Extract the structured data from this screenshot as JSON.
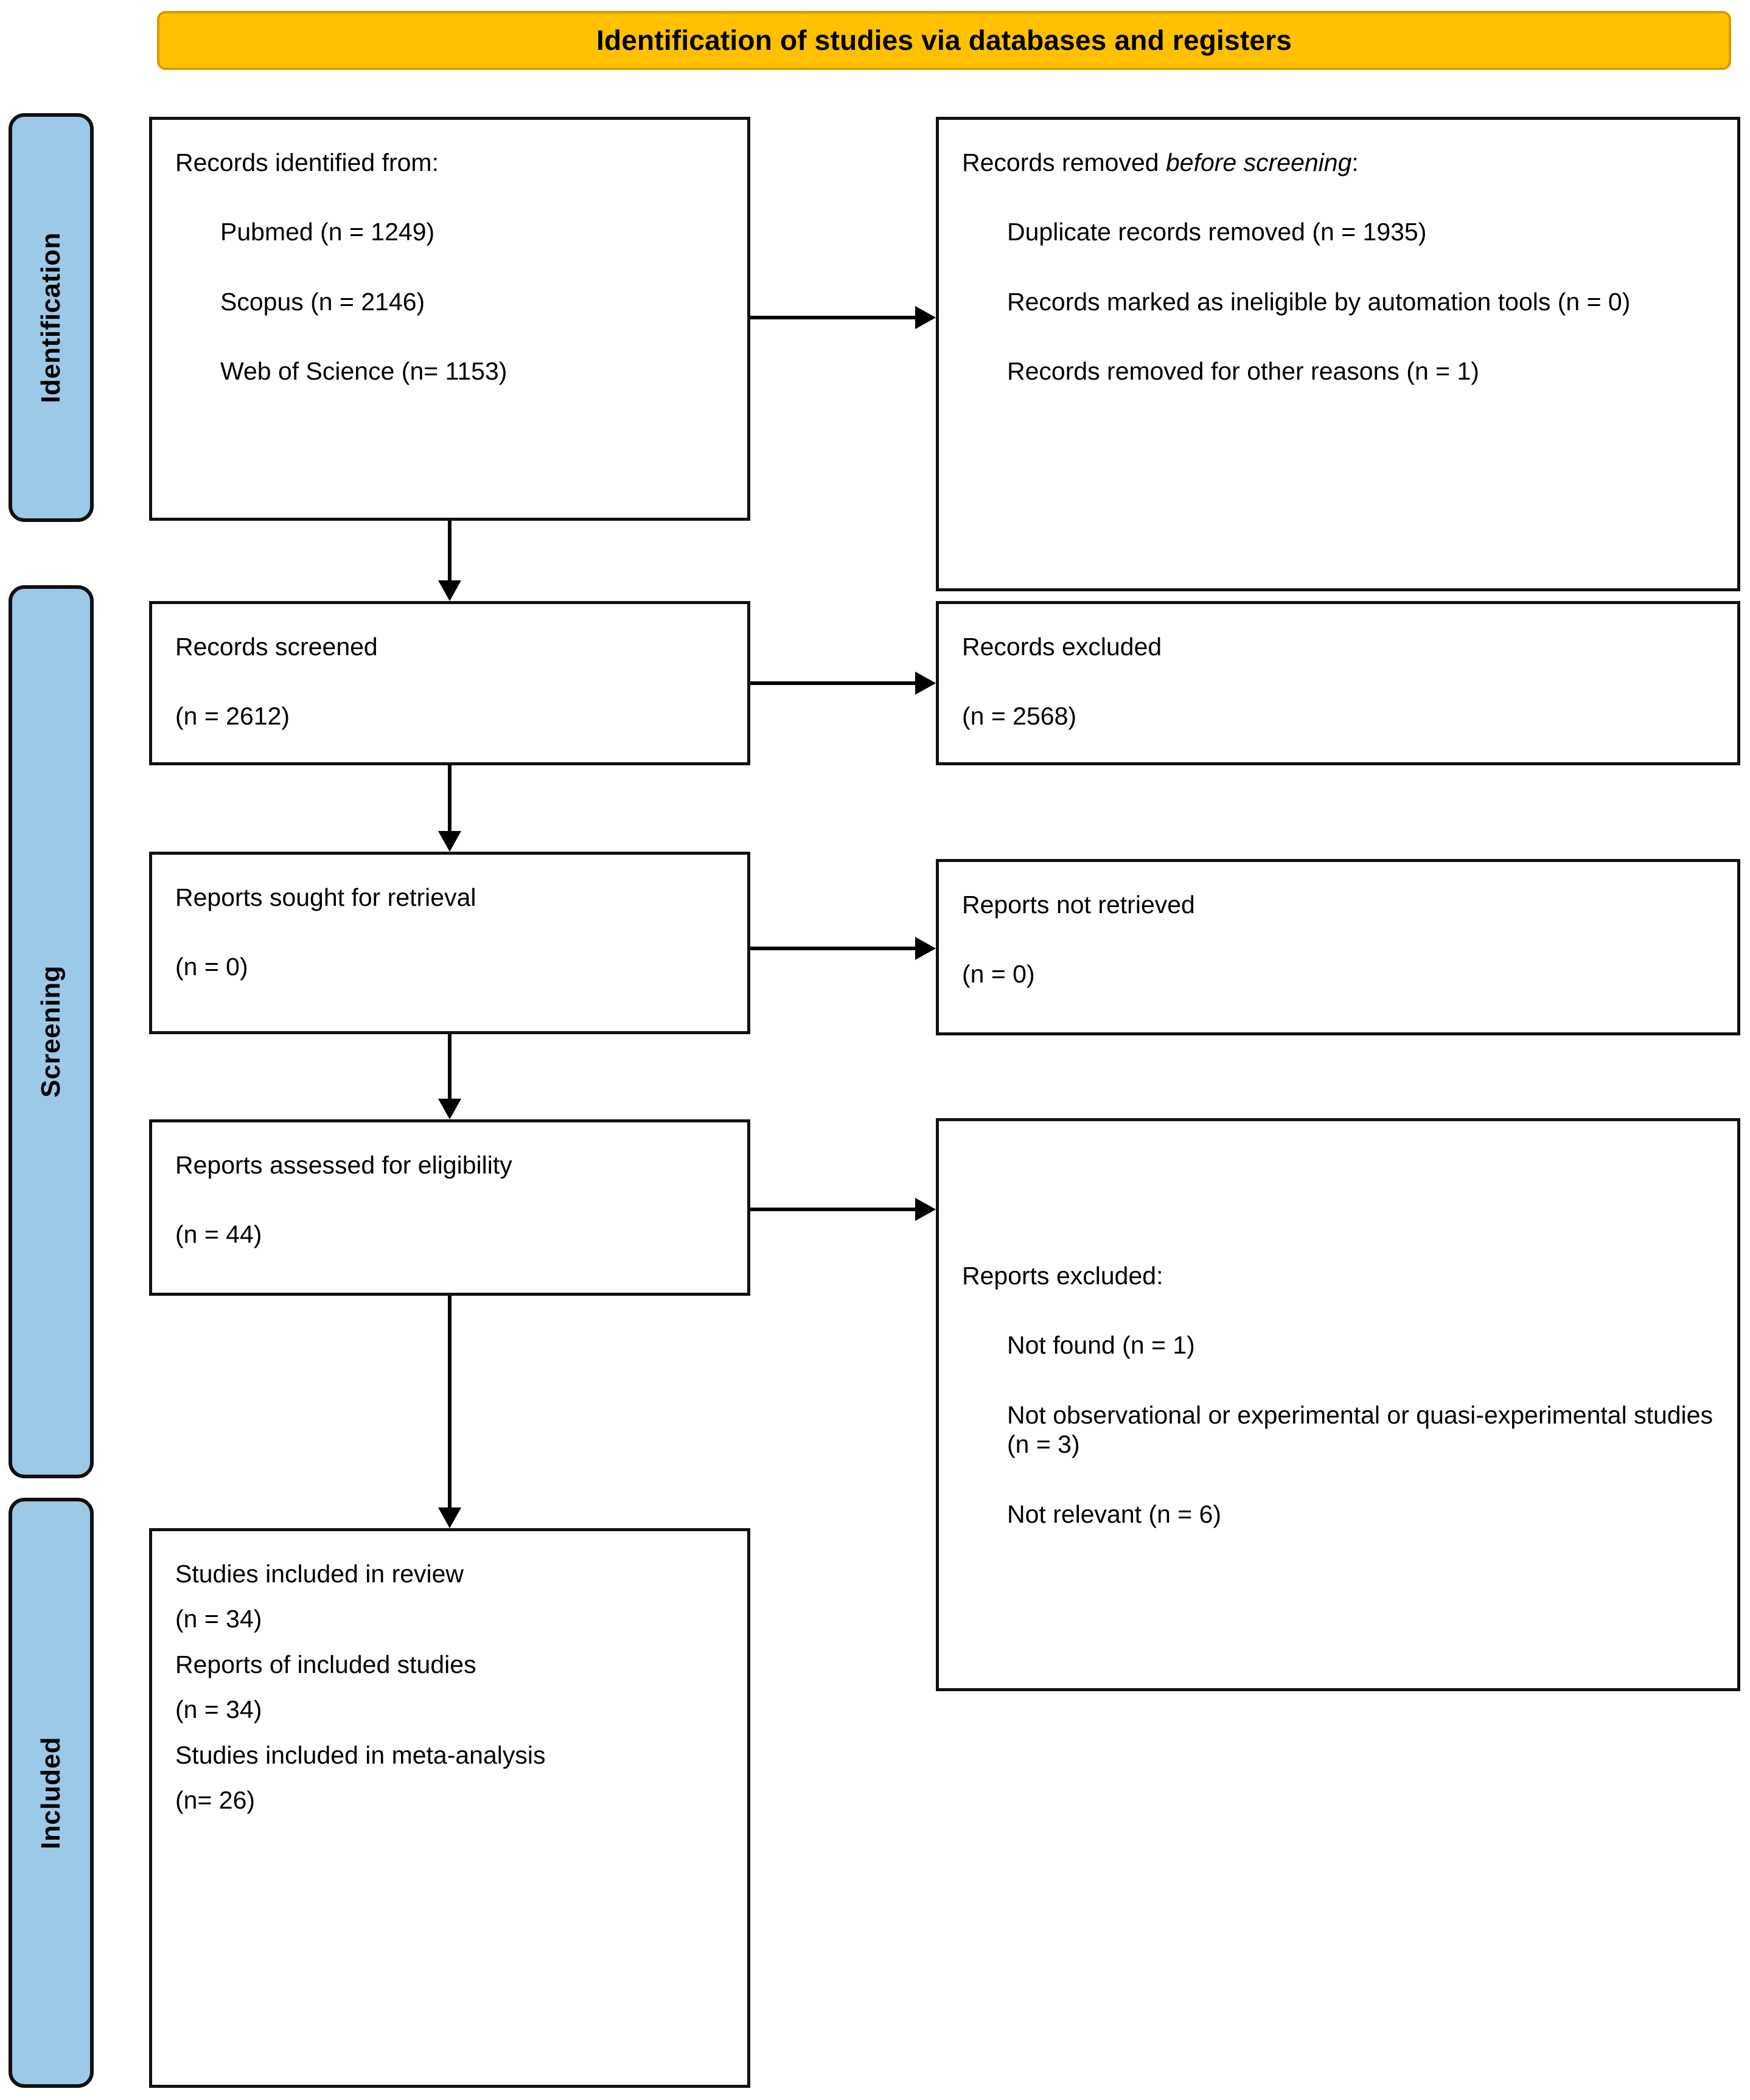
{
  "banner": {
    "title": "Identification of studies via databases and registers"
  },
  "stages": [
    {
      "id": "identification",
      "label": "Identification"
    },
    {
      "id": "screening",
      "label": "Screening"
    },
    {
      "id": "included",
      "label": "Included"
    }
  ],
  "boxes": {
    "identified": {
      "heading": "Records identified from:",
      "items": [
        "Pubmed (n = 1249)",
        "Scopus (n = 2146)",
        "Web of Science (n= 1153)"
      ]
    },
    "removed": {
      "heading_plain": "Records removed ",
      "heading_italic": "before screening",
      "heading_tail": ":",
      "items": [
        "Duplicate records removed (n = 1935)",
        "Records marked as ineligible by automation tools (n = 0)",
        "Records removed for other reasons (n = 1)"
      ]
    },
    "screened": {
      "label": "Records screened",
      "count": "(n = 2612)"
    },
    "excluded_records": {
      "label": "Records excluded",
      "count": "(n = 2568)"
    },
    "sought": {
      "label": "Reports sought for retrieval",
      "count": "(n = 0)"
    },
    "not_retrieved": {
      "label": "Reports not retrieved",
      "count": "(n = 0)"
    },
    "assessed": {
      "label": "Reports assessed for eligibility",
      "count": "(n = 44)"
    },
    "excluded_reports": {
      "heading": "Reports excluded:",
      "items": [
        "Not found (n = 1)",
        "Not observational or experimental or quasi-experimental studies (n = 3)",
        "Not relevant (n = 6)"
      ]
    },
    "included": {
      "line1": "Studies included in review",
      "count1": "(n = 34)",
      "line2": "Reports of included studies",
      "count2": "(n = 34)",
      "line3": "Studies included in meta-analysis",
      "count3": "(n= 26)"
    }
  },
  "colors": {
    "banner_fill": "#FFC000",
    "banner_border": "#D79B00",
    "stage_fill": "#9DC9E8",
    "stage_border": "#111111",
    "box_border": "#111111",
    "connector": "#000000"
  }
}
